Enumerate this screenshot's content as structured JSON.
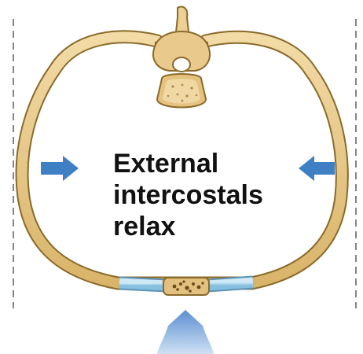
{
  "diagram": {
    "caption_lines": [
      "External",
      "intercostals",
      "relax"
    ],
    "colors": {
      "bone": "#e8c98a",
      "bone_outline": "#8a6a2a",
      "cartilage": "#a9d4ec",
      "arrow": "#3f7fc4",
      "reference_line": "#333333"
    },
    "icons": {
      "left_arrow": "arrow-right-icon",
      "right_arrow": "arrow-left-icon",
      "bottom_arrow": "arrow-up-icon"
    }
  }
}
